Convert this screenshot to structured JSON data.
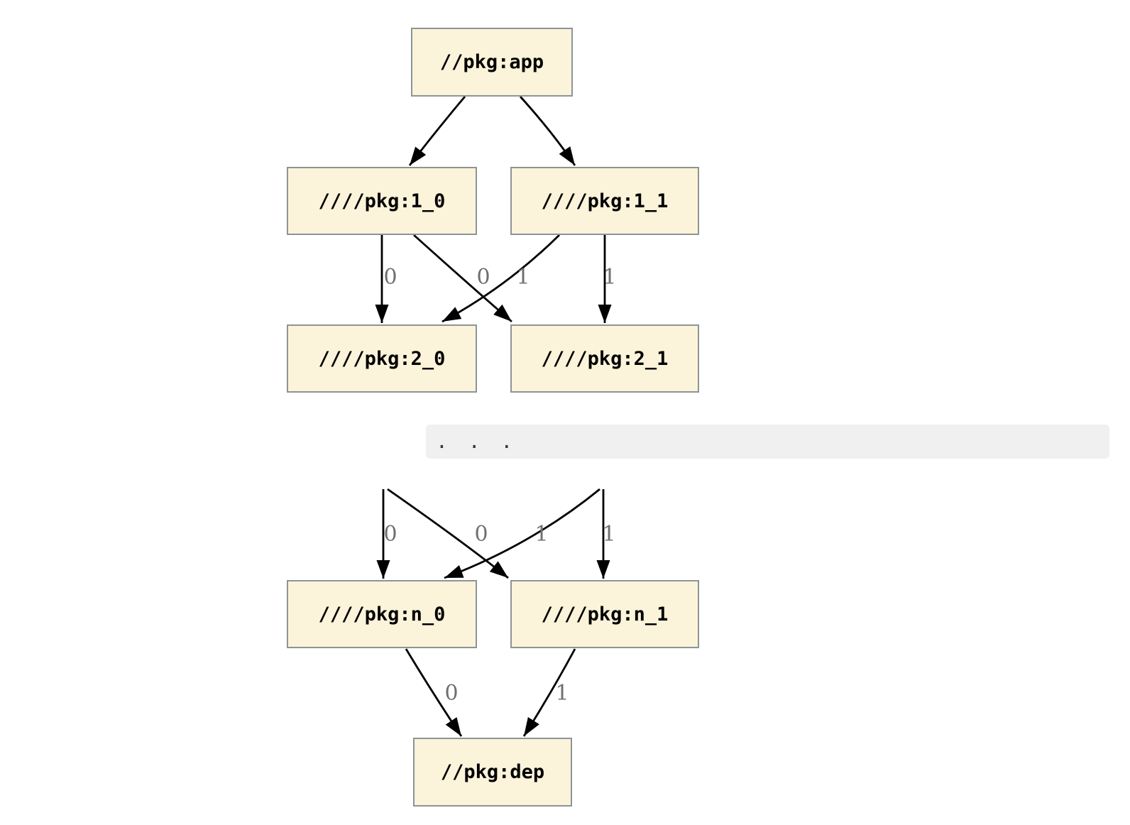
{
  "colors": {
    "node_fill": "#FBF3DA",
    "node_border": "#8C9496",
    "edge_color": "#000000",
    "edge_label_color": "#707070",
    "bar_fill": "#F0F0F0",
    "dots_color": "#383838"
  },
  "nodes": {
    "app": "//pkg:app",
    "n1_0": "////pkg:1_0",
    "n1_1": "////pkg:1_1",
    "n2_0": "////pkg:2_0",
    "n2_1": "////pkg:2_1",
    "nn_0": "////pkg:n_0",
    "nn_1": "////pkg:n_1",
    "dep": "//pkg:dep"
  },
  "ellipsis_text": ". . .",
  "edges": [
    {
      "from": "app",
      "to": "n1_0",
      "label": null
    },
    {
      "from": "app",
      "to": "n1_1",
      "label": null
    },
    {
      "from": "n1_0",
      "to": "n2_0",
      "label": "0"
    },
    {
      "from": "n1_0",
      "to": "n2_1",
      "label": "0"
    },
    {
      "from": "n1_1",
      "to": "n2_0",
      "label": "1"
    },
    {
      "from": "n1_1",
      "to": "n2_1",
      "label": "1"
    },
    {
      "from": null,
      "to": "nn_0",
      "label": "0"
    },
    {
      "from": null,
      "to": "nn_1",
      "label": "0"
    },
    {
      "from": null,
      "to": "nn_0",
      "label": "1"
    },
    {
      "from": null,
      "to": "nn_1",
      "label": "1"
    },
    {
      "from": "nn_0",
      "to": "dep",
      "label": "0"
    },
    {
      "from": "nn_1",
      "to": "dep",
      "label": "1"
    }
  ]
}
